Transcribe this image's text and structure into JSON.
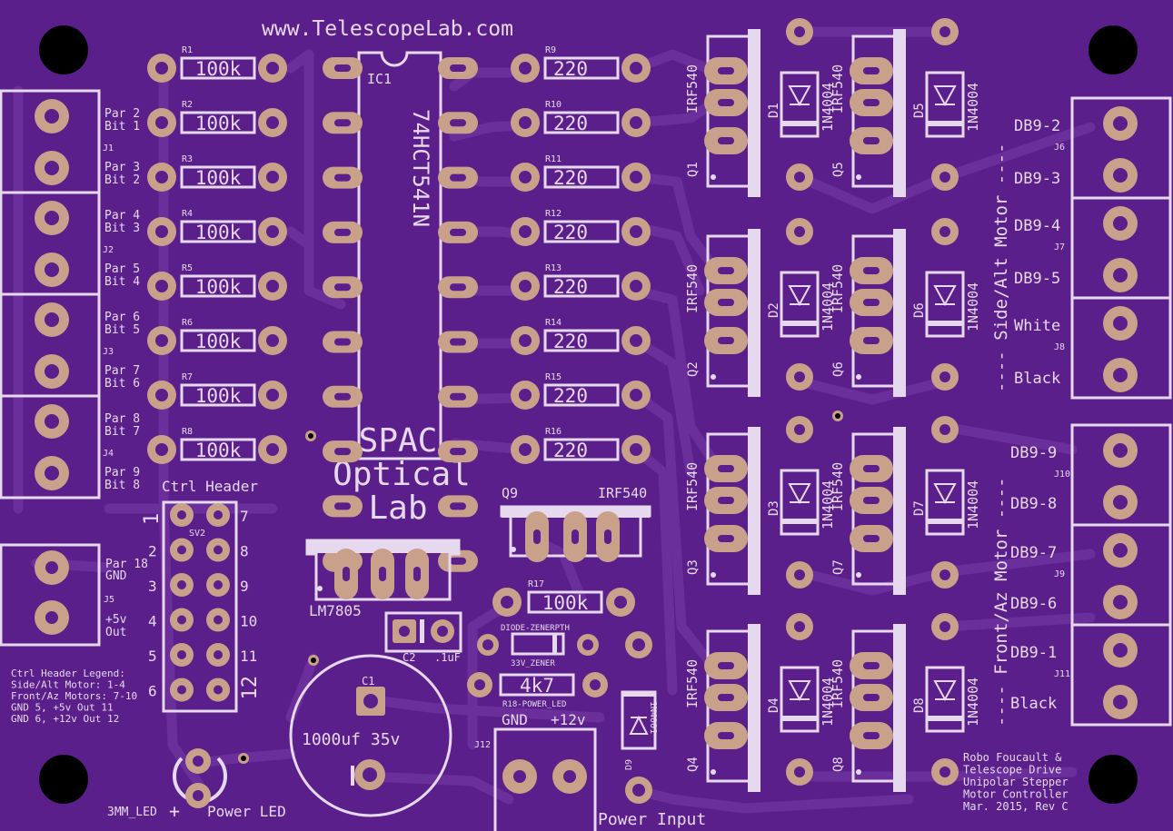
{
  "title": {
    "url": "www.TelescopeLab.com",
    "line1": "SPAC",
    "line2": "Optical",
    "line3": "Lab"
  },
  "ic": {
    "ref": "IC1",
    "part": "74HCT541N"
  },
  "resistors_left": [
    {
      "ref": "R1",
      "value": "100k"
    },
    {
      "ref": "R2",
      "value": "100k"
    },
    {
      "ref": "R3",
      "value": "100k"
    },
    {
      "ref": "R4",
      "value": "100k"
    },
    {
      "ref": "R5",
      "value": "100k"
    },
    {
      "ref": "R6",
      "value": "100k"
    },
    {
      "ref": "R7",
      "value": "100k"
    },
    {
      "ref": "R8",
      "value": "100k"
    }
  ],
  "resistors_right": [
    {
      "ref": "R9",
      "value": "220"
    },
    {
      "ref": "R10",
      "value": "220"
    },
    {
      "ref": "R11",
      "value": "220"
    },
    {
      "ref": "R12",
      "value": "220"
    },
    {
      "ref": "R13",
      "value": "220"
    },
    {
      "ref": "R14",
      "value": "220"
    },
    {
      "ref": "R15",
      "value": "220"
    },
    {
      "ref": "R16",
      "value": "220"
    }
  ],
  "connectors_left": [
    {
      "ref": "J1",
      "l1": "Par 2",
      "l2": "Bit 1",
      "l3": "Par 3",
      "l4": "Bit 2"
    },
    {
      "ref": "J2",
      "l1": "Par 4",
      "l2": "Bit 3",
      "l3": "Par 5",
      "l4": "Bit 4"
    },
    {
      "ref": "J3",
      "l1": "Par 6",
      "l2": "Bit 5",
      "l3": "Par 7",
      "l4": "Bit 6"
    },
    {
      "ref": "J4",
      "l1": "Par 8",
      "l2": "Bit 7",
      "l3": "Par 9",
      "l4": "Bit 8"
    }
  ],
  "j5": {
    "ref": "J5",
    "l1": "Par 18",
    "l2": "GND",
    "l3": "+5v",
    "l4": "Out"
  },
  "header": {
    "title": "Ctrl Header",
    "ref": "SV2",
    "left": [
      "1",
      "2",
      "3",
      "4",
      "5",
      "6"
    ],
    "right": [
      "7",
      "8",
      "9",
      "10",
      "11",
      "12"
    ]
  },
  "legend": [
    "Ctrl Header Legend:",
    "Side/Alt Motor: 1-4",
    "Front/Az Motors: 7-10",
    "GND 5, +5v Out 11",
    "GND 6, +12v Out 12"
  ],
  "mosfets": [
    {
      "ref": "Q1",
      "part": "IRF540",
      "dref": "D1",
      "diode": "1N4004"
    },
    {
      "ref": "Q5",
      "part": "IRF540",
      "dref": "D5",
      "diode": "1N4004"
    },
    {
      "ref": "Q2",
      "part": "IRF540",
      "dref": "D2",
      "diode": "1N4004"
    },
    {
      "ref": "Q6",
      "part": "IRF540",
      "dref": "D6",
      "diode": "1N4004"
    },
    {
      "ref": "Q3",
      "part": "IRF540",
      "dref": "D3",
      "diode": "1N4004"
    },
    {
      "ref": "Q7",
      "part": "IRF540",
      "dref": "D7",
      "diode": "1N4004"
    },
    {
      "ref": "Q4",
      "part": "IRF540",
      "dref": "D4",
      "diode": "1N4004"
    },
    {
      "ref": "Q8",
      "part": "IRF540",
      "dref": "D8",
      "diode": "1N4004"
    }
  ],
  "connectors_right": [
    {
      "ref": "J6",
      "l1": "DB9-2",
      "l2": "DB9-3"
    },
    {
      "ref": "J7",
      "l1": "DB9-4",
      "l2": "DB9-5"
    },
    {
      "ref": "J8",
      "l1": "White",
      "l2": "Black"
    },
    {
      "ref": "J10",
      "l1": "DB9-9",
      "l2": "DB9-8"
    },
    {
      "ref": "J9",
      "l1": "DB9-7",
      "l2": "DB9-6"
    },
    {
      "ref": "J11",
      "l1": "DB9-1",
      "l2": "Black"
    }
  ],
  "motor_labels": {
    "side": "---- Side/Alt Motor ----",
    "front": "---- Front/Az Motor ----"
  },
  "q9": {
    "ref": "Q9",
    "part": "IRF540"
  },
  "reg": {
    "part": "LM7805"
  },
  "c2": {
    "ref": "C2",
    "value": ".1uF"
  },
  "c1": {
    "ref": "C1",
    "value": "1000uf 35v"
  },
  "r17": {
    "ref": "R17",
    "value": "100k"
  },
  "zener": {
    "top": "DIODE-ZENERPTH",
    "bottom": "33V_ZENER"
  },
  "r18": {
    "value": "4k7",
    "label": "R18-POWER_LED"
  },
  "j12": {
    "ref": "J12",
    "gnd": "GND",
    "v12": "+12v",
    "caption": "Power Input"
  },
  "d9": {
    "ref": "D9",
    "part": "1N4001"
  },
  "led": {
    "part": "3MM_LED",
    "plus": "+",
    "caption": "Power LED"
  },
  "info": [
    "Robo Foucault &",
    "Telescope Drive",
    "Unipolar Stepper",
    "Motor Controller",
    "Mar. 2015, Rev C"
  ]
}
